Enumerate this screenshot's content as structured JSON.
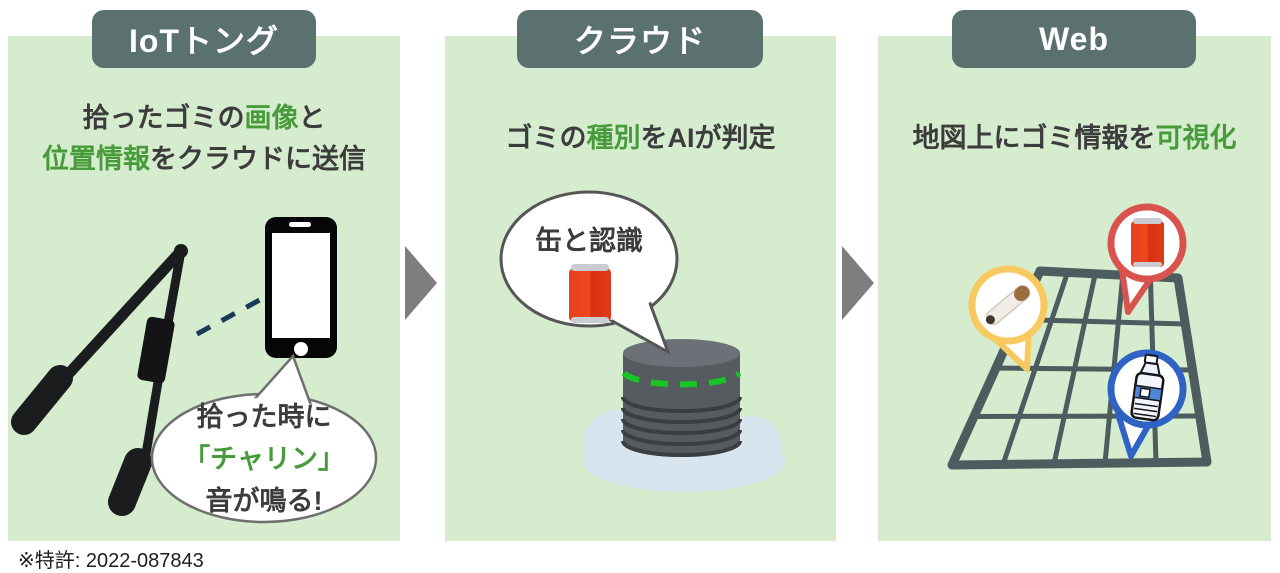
{
  "footnote": "※特許: 2022-087843",
  "colors": {
    "panel_bg": "#d5ecce",
    "badge_bg": "#5a716f",
    "accent_green": "#479b3a",
    "text_dark": "#3c3c3c",
    "arrow_gray": "#7e7e7e",
    "dashed_link_navy": "#1c3a57",
    "can_red": "#e8401f",
    "db_gray": "#565b5f",
    "db_dash_green": "#17c622",
    "cloud_blue": "#d9e5ee",
    "map_grid_slate": "#4c5c5f",
    "pin_yellow": "#f8c95e",
    "pin_red": "#d9534e",
    "pin_blue": "#2f62c5"
  },
  "panels": [
    {
      "title": "IoTトング",
      "heading_lines": [
        [
          {
            "text": "拾ったゴミの"
          },
          {
            "text": "画像",
            "em": true
          },
          {
            "text": "と"
          }
        ],
        [
          {
            "text": "位置情報",
            "em": true
          },
          {
            "text": "をクラウドに送信"
          }
        ]
      ],
      "bubble_lines": [
        [
          {
            "text": "拾った時に"
          }
        ],
        [
          {
            "text": "「チャリン」",
            "em": true
          }
        ],
        [
          {
            "text": "音が鳴る!"
          }
        ]
      ],
      "icons": [
        "tongs-photo",
        "smartphone-icon",
        "dashed-link-icon",
        "speech-bubble-icon"
      ]
    },
    {
      "title": "クラウド",
      "heading_lines": [
        [
          {
            "text": "ゴミの"
          },
          {
            "text": "種別",
            "em": true
          },
          {
            "text": "をAIが判定"
          }
        ]
      ],
      "bubble_lines": [
        [
          {
            "text": "缶と認識"
          }
        ]
      ],
      "icons": [
        "speech-bubble-icon",
        "can-icon",
        "database-icon",
        "cloud-icon"
      ]
    },
    {
      "title": "Web",
      "heading_lines": [
        [
          {
            "text": "地図上にゴミ情報を"
          },
          {
            "text": "可視化",
            "em": true
          }
        ]
      ],
      "icons": [
        "map-grid-icon",
        "cigarette-pin-icon",
        "can-pin-icon",
        "bottle-pin-icon"
      ]
    }
  ],
  "flow_arrows": [
    "arrow-1",
    "arrow-2"
  ]
}
